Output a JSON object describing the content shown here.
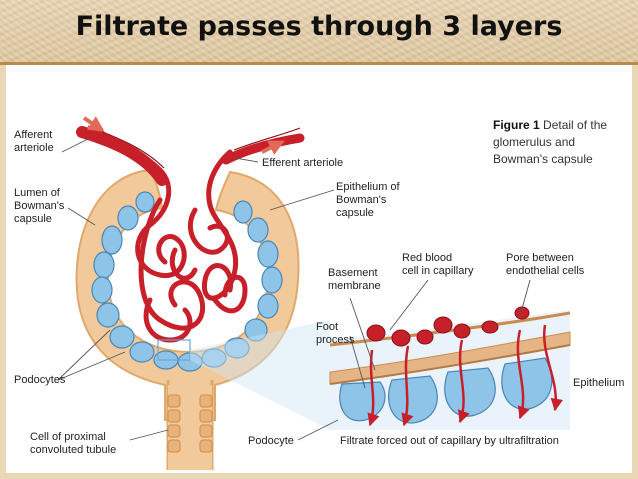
{
  "slide": {
    "title": "Filtrate passes through 3 layers"
  },
  "figure": {
    "number": "Figure 1",
    "caption": "Detail of the glomerulus and Bowman's capsule"
  },
  "labels": {
    "afferent": [
      "Afferent",
      "arteriole"
    ],
    "efferent": "Efferent arteriole",
    "lumen": [
      "Lumen of",
      "Bowman's",
      "capsule"
    ],
    "epithelium_capsule": [
      "Epithelium of",
      "Bowman's",
      "capsule"
    ],
    "podocytes": "Podocytes",
    "proximal": [
      "Cell of proximal",
      "convoluted tubule"
    ],
    "red_blood": [
      "Red blood",
      "cell in capillary"
    ],
    "pore": [
      "Pore between",
      "endothelial cells"
    ],
    "basement": [
      "Basement",
      "membrane"
    ],
    "foot": [
      "Foot",
      "process"
    ],
    "epithelium": "Epithelium",
    "podocyte": "Podocyte",
    "filtrate": "Filtrate forced out of capillary by ultrafiltration"
  },
  "colors": {
    "vessel": "#c8202a",
    "cell": "#8ec4e8",
    "capsule": "#f2c99a",
    "capsule_edge": "#e0a96c",
    "membrane": "#e5b27e"
  }
}
